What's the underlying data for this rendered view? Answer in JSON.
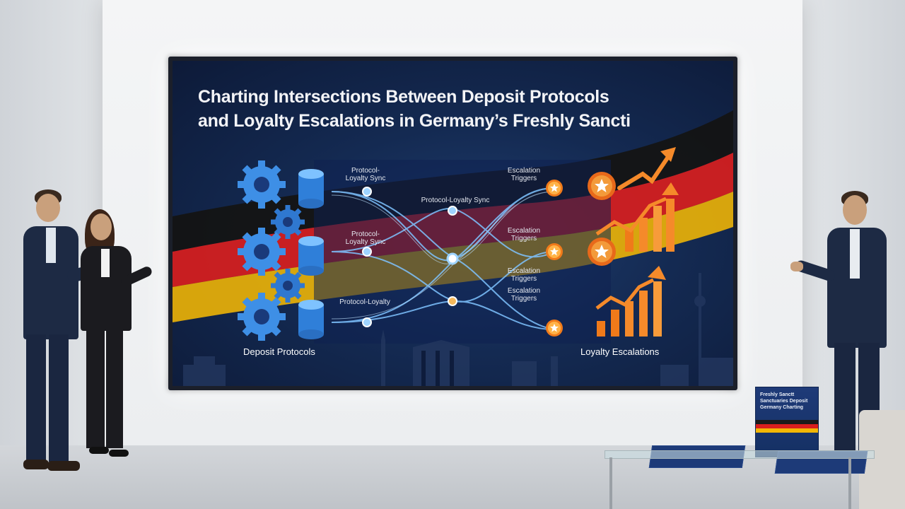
{
  "slide": {
    "title_line1": "Charting Intersections Between Deposit Protocols",
    "title_line2": "and Loyalty Escalations in Germany’s Freshly Sancti",
    "left_label": "Deposit Protocols",
    "right_label": "Loyalty Escalations",
    "flow_labels": [
      "Protocol-Loyalty Sync",
      "Protocol-Loyalty Sync",
      "Protocol-Loyalty Sync",
      "Protocol-Loyalty"
    ],
    "trigger_labels": [
      "Escalation Triggers",
      "Escalation Triggers",
      "Escalation Triggers",
      "Escalation Triggers"
    ]
  },
  "brochure": {
    "cover_text": "Freshly Sanctt Sanctuaries Deposit Germany Charting"
  },
  "colors": {
    "screen_bg": "#142a52",
    "gear": "#3e8fe6",
    "flag_black": "#1a1a1a",
    "flag_red": "#d81e1e",
    "flag_gold": "#f2b705",
    "star_orange": "#f07a1a"
  }
}
